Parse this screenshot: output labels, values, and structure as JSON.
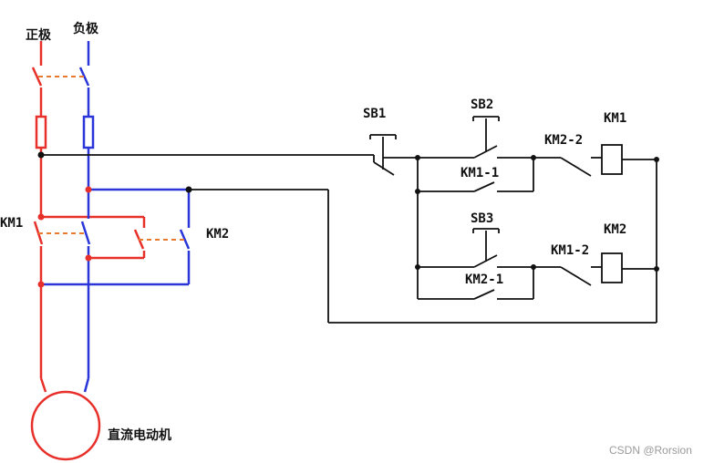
{
  "labels": {
    "positive": "正极",
    "negative": "负极",
    "km1_main": "KM1",
    "km2_main": "KM2",
    "motor": "直流电动机",
    "sb1": "SB1",
    "sb2": "SB2",
    "sb3": "SB3",
    "km1_coil": "KM1",
    "km2_coil": "KM2",
    "km1_1": "KM1-1",
    "km2_2": "KM2-2",
    "km2_1": "KM2-1",
    "km1_2": "KM1-2"
  },
  "watermark": "CSDN @Rorsion",
  "colors": {
    "positive_wire": "#e8302a",
    "negative_wire": "#2a36d8",
    "control_wire": "#111111",
    "link_dashed": "#e87a30"
  }
}
